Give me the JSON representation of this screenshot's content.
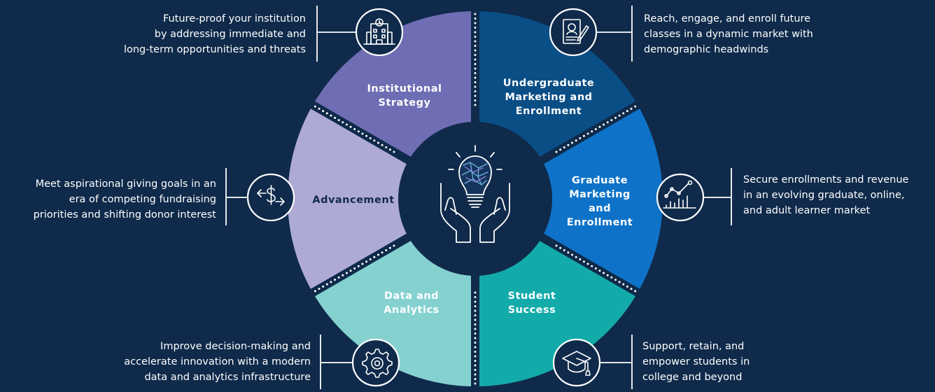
{
  "colors": {
    "background": "#0f2a4a",
    "institutional": "#6f6db3",
    "undergraduate": "#0a4e86",
    "graduate": "#0e73c8",
    "student_success": "#13aaaa",
    "data_analytics": "#84d1d0",
    "advancement": "#aeaad6",
    "hub": "#0f2a4a"
  },
  "segments": [
    {
      "key": "institutional",
      "label_lines": [
        "Institutional",
        "Strategy"
      ],
      "icon": "building-icon",
      "desc_lines": [
        "Future-proof your institution",
        "by addressing immediate and",
        "long-term opportunities and threats"
      ]
    },
    {
      "key": "undergraduate",
      "label_lines": [
        "Undergraduate",
        "Marketing and",
        "Enrollment"
      ],
      "icon": "application-form-icon",
      "desc_lines": [
        "Reach, engage, and enroll future",
        "classes in a dynamic market with",
        "demographic headwinds"
      ]
    },
    {
      "key": "graduate",
      "label_lines": [
        "Graduate",
        "Marketing",
        "and",
        "Enrollment"
      ],
      "icon": "growth-chart-icon",
      "desc_lines": [
        "Secure enrollments and revenue",
        "in an evolving graduate, online,",
        "and adult learner market"
      ]
    },
    {
      "key": "student_success",
      "label_lines": [
        "Student",
        "Success"
      ],
      "icon": "graduation-cap-icon",
      "desc_lines": [
        "Support, retain, and",
        "empower students in",
        "college and beyond"
      ]
    },
    {
      "key": "data_analytics",
      "label_lines": [
        "Data and",
        "Analytics"
      ],
      "icon": "gear-icon",
      "desc_lines": [
        "Improve decision-making and",
        "accelerate innovation with a modern",
        "data and analytics infrastructure"
      ]
    },
    {
      "key": "advancement",
      "label_lines": [
        "Advancement"
      ],
      "icon": "dollar-transfer-icon",
      "desc_lines": [
        "Meet aspirational giving goals in an",
        "era of competing fundraising",
        "priorities and shifting donor interest"
      ]
    }
  ],
  "hub_icon": "lightbulb-hands-icon"
}
